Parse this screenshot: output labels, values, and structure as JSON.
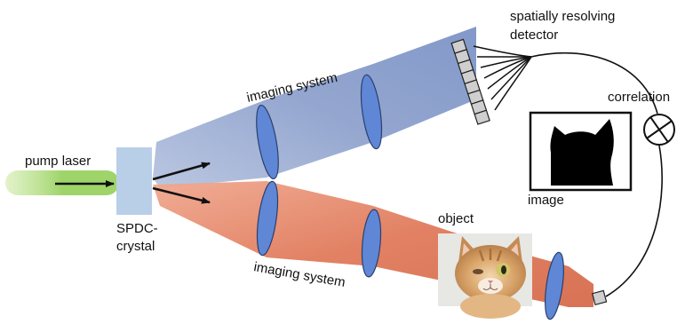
{
  "labels": {
    "pump_laser": "pump laser",
    "spdc_line1": "SPDC-",
    "spdc_line2": "crystal",
    "imaging_system_upper": "imaging system",
    "imaging_system_lower": "imaging system",
    "detector_line1": "spatially resolving",
    "detector_line2": "detector",
    "correlation": "correlation",
    "image": "image",
    "object": "object"
  },
  "colors": {
    "pump_beam": "#9fd46a",
    "crystal": "#b9cfe8",
    "upper_beam": "#8fa5cf",
    "lower_beam": "#e07a5b",
    "lens_fill": "#5f87d6",
    "lens_stroke": "#2b3f6e",
    "detector_pixel": "#cfcfcf"
  },
  "icons": {
    "correlation": "circle-with-cross",
    "image": "black-cat-silhouette",
    "object": "kitten-photo"
  }
}
